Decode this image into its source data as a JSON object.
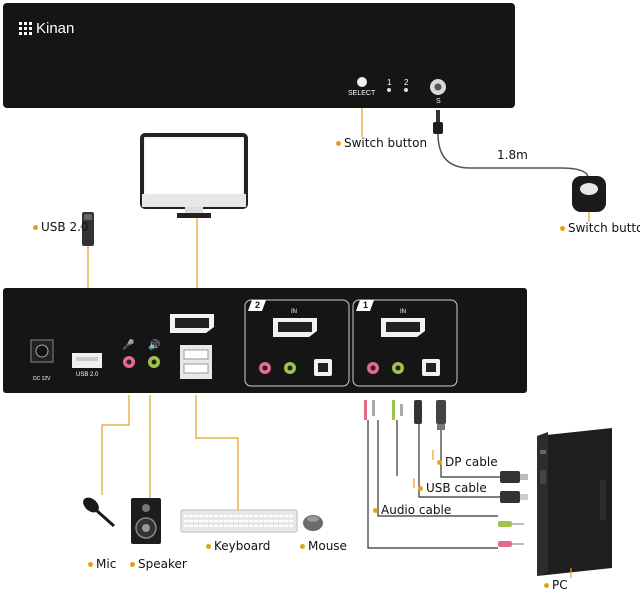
{
  "brand": {
    "name": "Kinan"
  },
  "front_panel": {
    "select_label": "SELECT",
    "port1": "1",
    "port2": "2",
    "s_label": "S"
  },
  "rear_panel": {
    "dc_label": "DC 12V",
    "usb_label": "USB 2.0",
    "in_label_2": "IN",
    "in_label_1": "IN",
    "badge_2": "2",
    "badge_1": "1"
  },
  "labels": {
    "switch_button_front": "Switch button",
    "cable_length": "1.8m",
    "switch_button_remote": "Switch button",
    "usb20": "USB 2.0",
    "dp_cable": "DP cable",
    "usb_cable": "USB cable",
    "audio_cable": "Audio cable",
    "mic": "Mic",
    "speaker": "Speaker",
    "keyboard": "Keyboard",
    "mouse": "Mouse",
    "pc": "PC"
  },
  "colors": {
    "accent": "#e5a11e",
    "device": "#151515",
    "panel_line": "#cfcfcf"
  }
}
